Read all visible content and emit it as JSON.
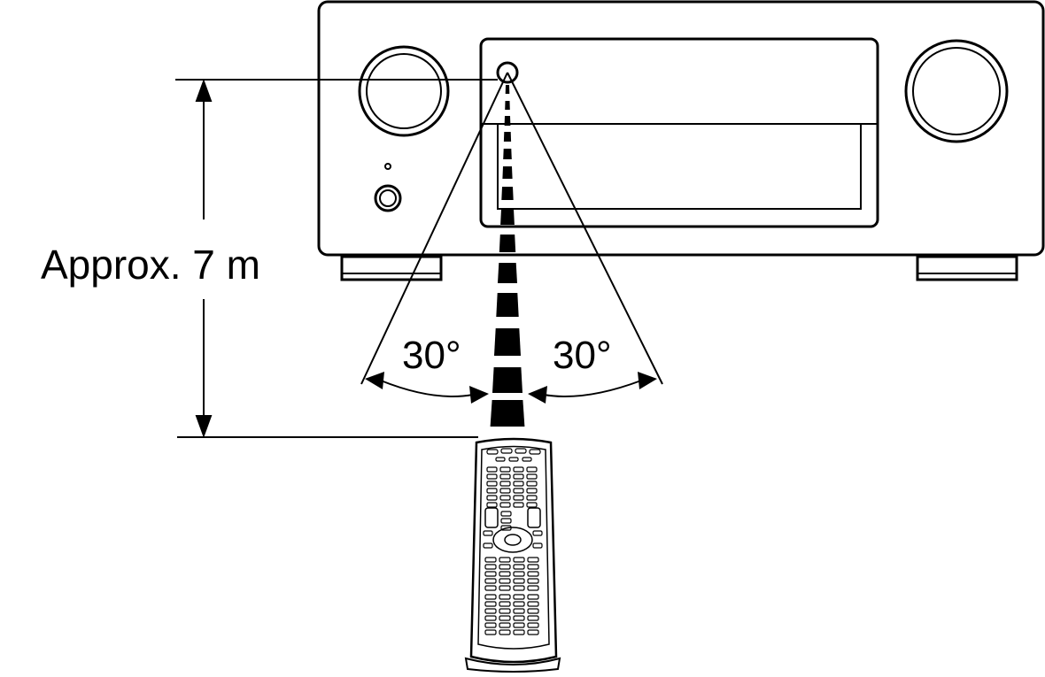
{
  "labels": {
    "distance": "Approx. 7 m",
    "angle_left": "30°",
    "angle_right": "30°"
  },
  "icons": [
    "av-receiver-icon",
    "remote-sensor-icon",
    "remote-control-icon",
    "signal-beam-icon",
    "double-arrow-icon"
  ],
  "colors": {
    "line": "#000000",
    "background": "#ffffff"
  }
}
